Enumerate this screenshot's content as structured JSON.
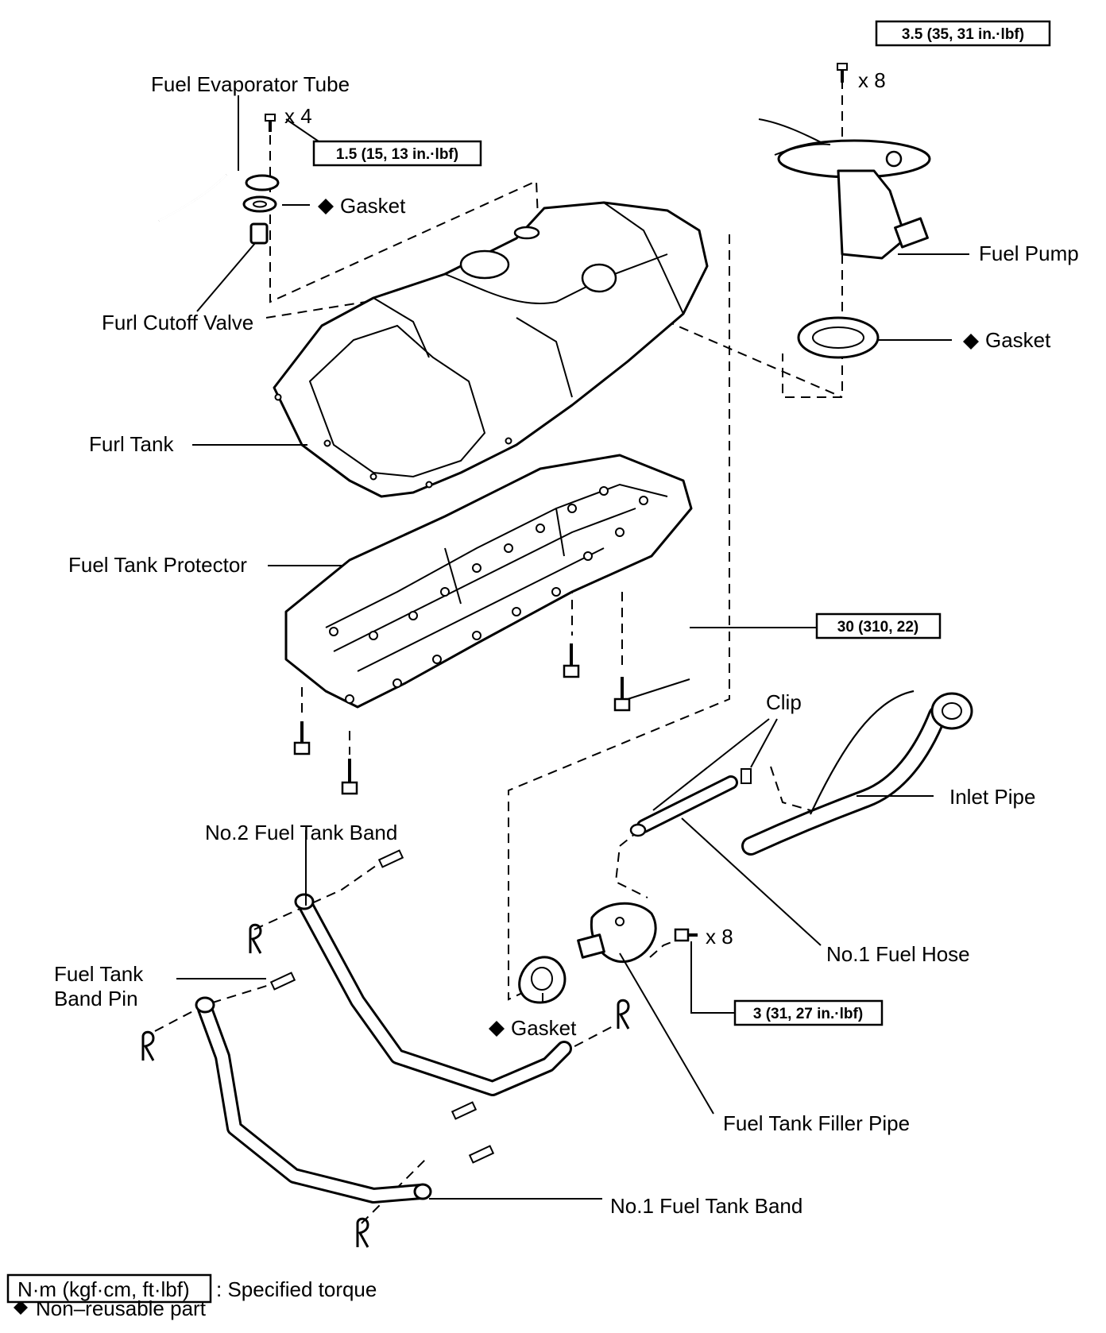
{
  "labels": {
    "fuel_evaporator_tube": "Fuel Evaporator Tube",
    "gasket_top": "Gasket",
    "furl_cutoff_valve": "Furl Cutoff Valve",
    "furl_tank": "Furl Tank",
    "fuel_tank_protector": "Fuel Tank Protector",
    "fuel_pump": "Fuel Pump",
    "gasket_pump": "Gasket",
    "clip": "Clip",
    "inlet_pipe": "Inlet Pipe",
    "no2_fuel_tank_band": "No.2 Fuel Tank Band",
    "fuel_tank_band_pin_1": "Fuel Tank",
    "fuel_tank_band_pin_2": "Band Pin",
    "no1_fuel_hose": "No.1 Fuel Hose",
    "gasket_filler": "Gasket",
    "fuel_tank_filler_pipe": "Fuel Tank Filler Pipe",
    "no1_fuel_tank_band": "No.1 Fuel Tank Band"
  },
  "quantities": {
    "cutoff_bolts": "x 4",
    "pump_bolts": "x 8",
    "filler_bolts": "x 8"
  },
  "torques": {
    "pump": "3.5 (35, 31 in.·lbf)",
    "cutoff": "1.5 (15, 13 in.·lbf)",
    "protector": "30 (310, 22)",
    "filler": "3 (31, 27 in.·lbf)"
  },
  "legend": {
    "torque_unit": "N·m (kgf·cm, ft·lbf)",
    "torque_desc": ": Specified torque",
    "nonreusable": "Non–reusable part"
  }
}
